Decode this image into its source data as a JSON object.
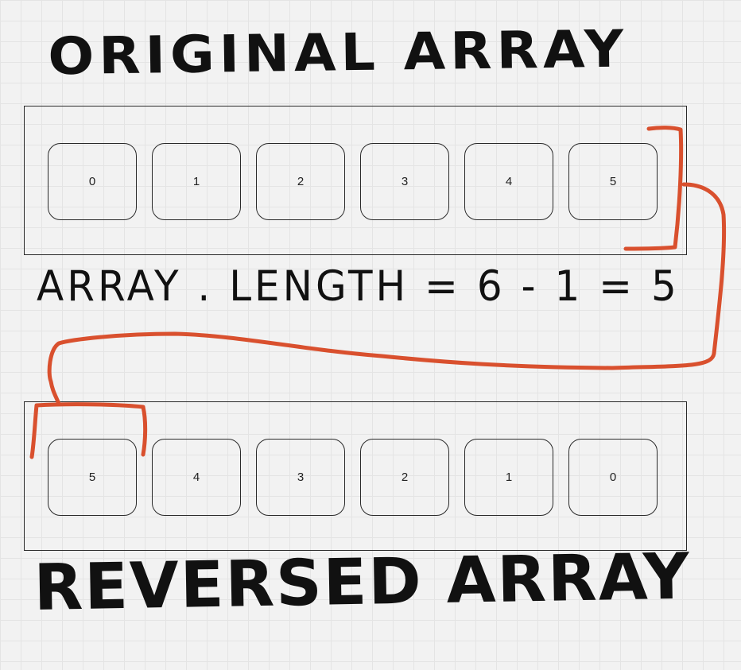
{
  "titles": {
    "original": "ORIGINAL ARRAY",
    "formula": "ARRAY . LENGTH = 6 - 1 = 5",
    "reversed": "REVERSED ARRAY"
  },
  "original_array": [
    "0",
    "1",
    "2",
    "3",
    "4",
    "5"
  ],
  "reversed_array": [
    "5",
    "4",
    "3",
    "2",
    "1",
    "0"
  ],
  "colors": {
    "ink": "#111111",
    "annotation": "#d9502e",
    "background": "#f2f2f2"
  }
}
